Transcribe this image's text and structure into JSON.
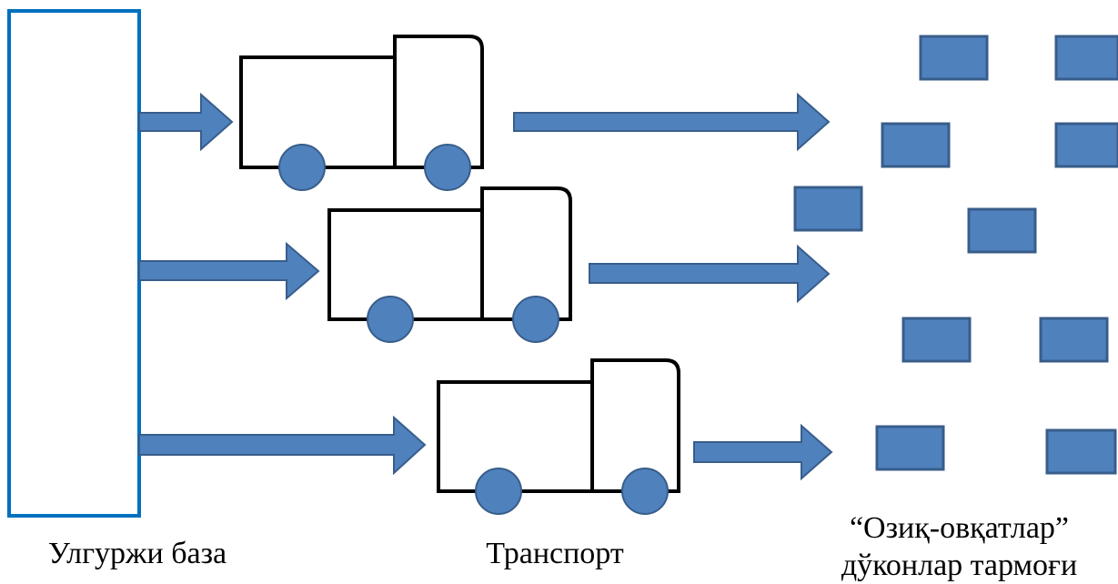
{
  "colors": {
    "arrow_fill": "#4f81bd",
    "arrow_stroke": "#385d8a",
    "warehouse_border": "#0070c0",
    "truck_outline": "#000000",
    "wheel_fill": "#4f81bd",
    "store_fill": "#4f81bd"
  },
  "labels": {
    "wholesale_base": "Улгуржи база",
    "transport": "Транспорт",
    "stores_line1": "“Озиқ-овқатлар”",
    "stores_line2": "дўконлар тармоғи"
  },
  "flows": [
    {
      "route": 1
    },
    {
      "route": 2
    },
    {
      "route": 3
    }
  ],
  "icons": [
    "warehouse-icon",
    "arrow-icon",
    "truck-icon",
    "store-icon"
  ]
}
